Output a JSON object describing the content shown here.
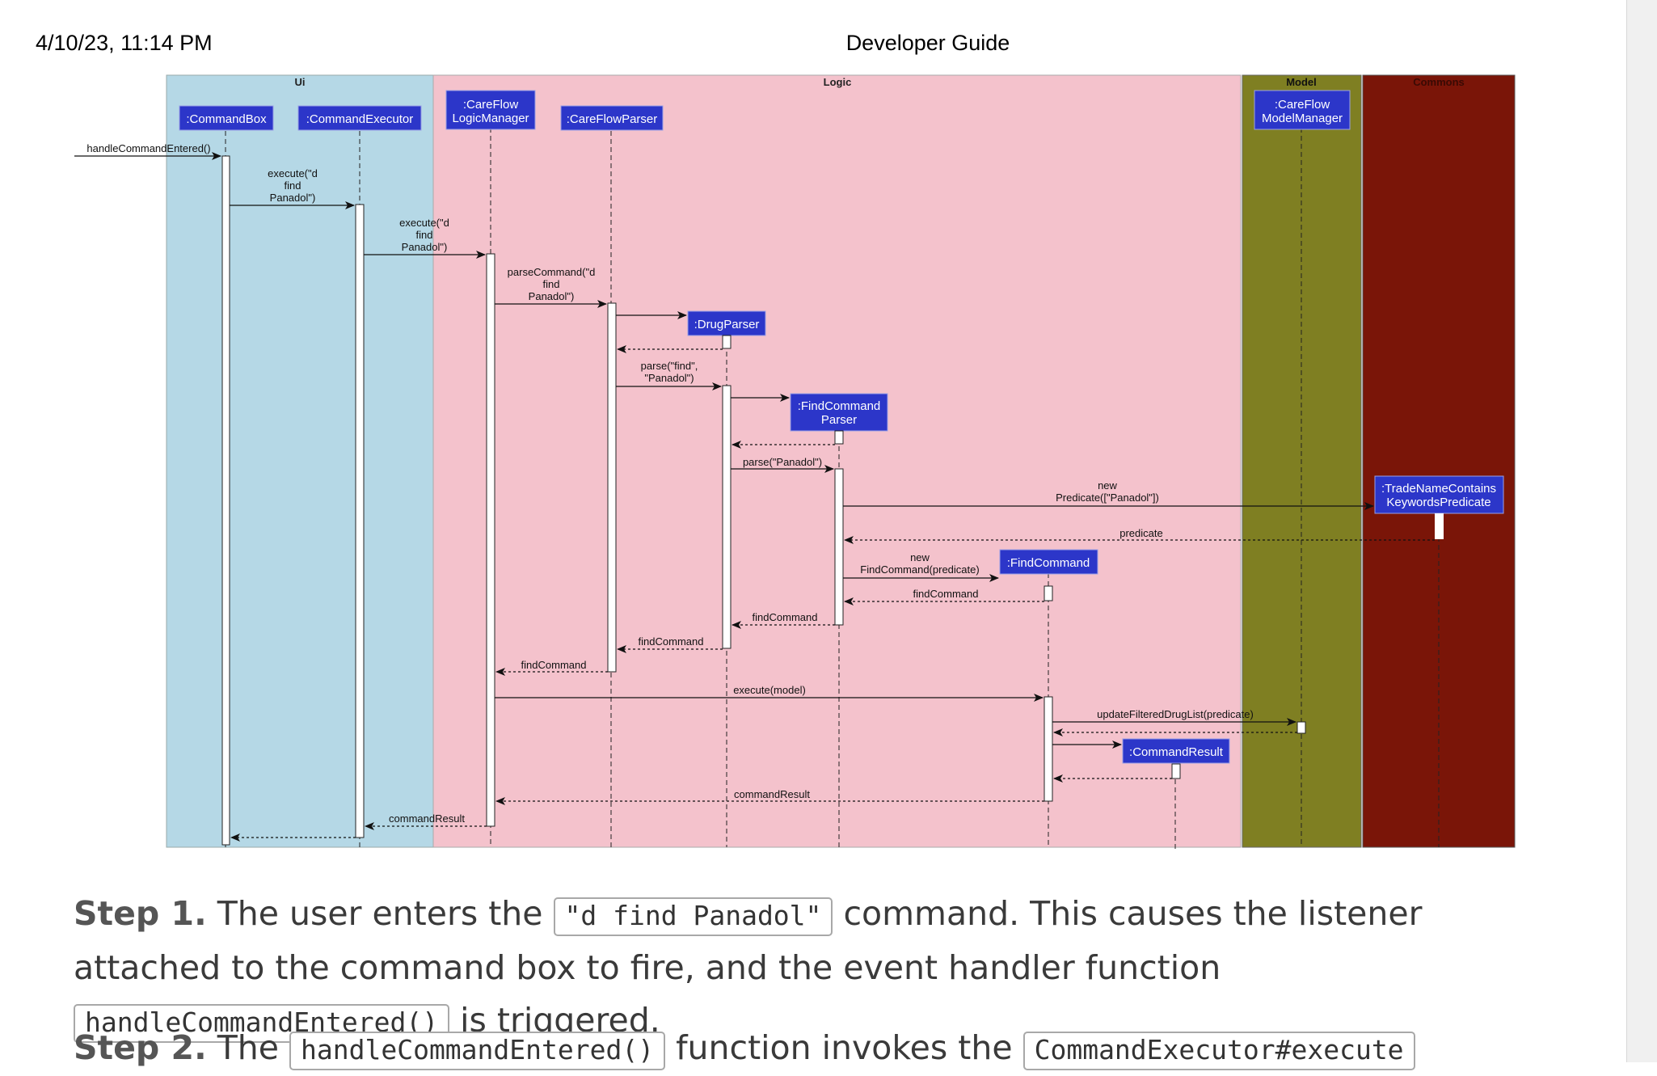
{
  "header": {
    "date": "4/10/23, 11:14 PM",
    "title": "Developer Guide"
  },
  "diagram": {
    "boxes": {
      "ui": "Ui",
      "logic": "Logic",
      "model": "Model",
      "commons": "Commons"
    },
    "participants": {
      "commandbox": ":CommandBox",
      "commandexecutor": ":CommandExecutor",
      "logicmanager": [
        ":CareFlow",
        "LogicManager"
      ],
      "careflowparser": ":CareFlowParser",
      "drugparser": ":DrugParser",
      "findcommandparser": [
        ":FindCommand",
        "Parser"
      ],
      "findcommand": ":FindCommand",
      "commandresult": ":CommandResult",
      "modelmanager": [
        ":CareFlow",
        "ModelManager"
      ],
      "predicate": [
        ":TradeNameContains",
        "KeywordsPredicate"
      ]
    },
    "messages": {
      "handle": "handleCommandEntered()",
      "exec1": [
        "execute(\"d",
        "find",
        "Panadol\")"
      ],
      "exec2": [
        "execute(\"d",
        "find",
        "Panadol\")"
      ],
      "parsecmd": [
        "parseCommand(\"d",
        "find",
        "Panadol\")"
      ],
      "parse2": [
        "parse(\"find\",",
        "\"Panadol\")"
      ],
      "parse1": "parse(\"Panadol\")",
      "newpred": [
        "new",
        "Predicate([\"Panadol\"])"
      ],
      "predicate": "predicate",
      "newfind": [
        "new",
        "FindCommand(predicate)"
      ],
      "findcommand": "findCommand",
      "executemodel": "execute(model)",
      "update": "updateFilteredDrugList(predicate)",
      "commandresult": "commandResult"
    }
  },
  "step1": {
    "label": "Step 1.",
    "t1": " The user enters the ",
    "code1": "\"d find Panadol\"",
    "t2": " command. This causes the listener attached to the command box to fire, and the event handler function ",
    "code2": "handleCommandEntered()",
    "t3": " is triggered."
  },
  "step2": {
    "label": "Step 2.",
    "t1": " The ",
    "code1": "handleCommandEntered()",
    "t2": " function invokes the ",
    "code2": "CommandExecutor#execute"
  },
  "colors": {
    "ui_box": "#b5d8e6",
    "logic_box": "#f4c2cc",
    "model_box": "#7f7f22",
    "commons_box": "#7a1508",
    "participant": "#2c36c9"
  }
}
